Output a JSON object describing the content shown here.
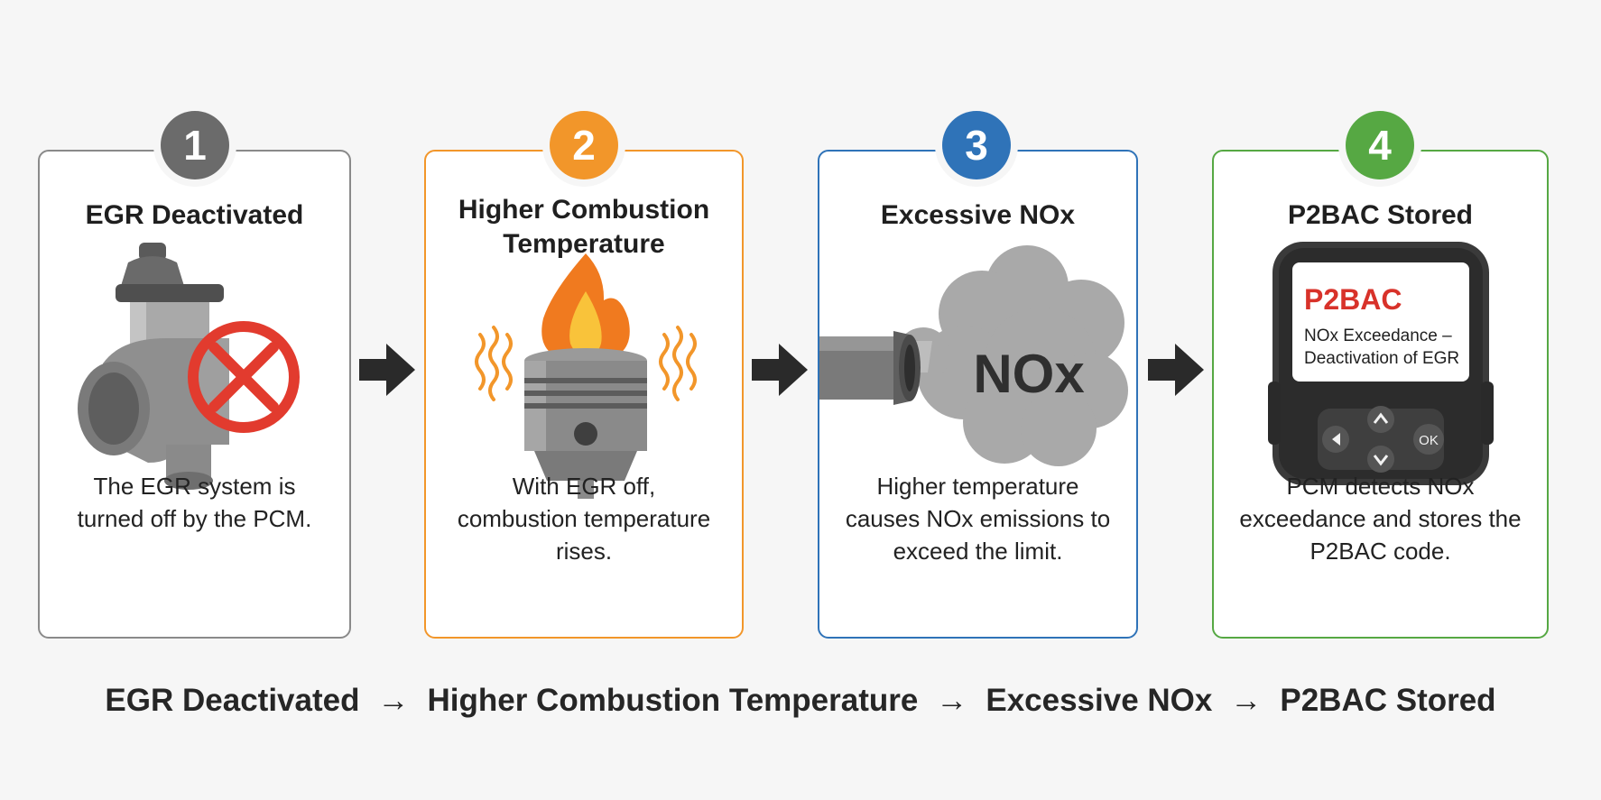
{
  "steps": [
    {
      "number": "1",
      "title": "EGR Deactivated",
      "description": "The EGR system is turned off by the PCM.",
      "color": "#6b6b6b",
      "icon": "egr-valve-disabled-icon"
    },
    {
      "number": "2",
      "title_line1": "Higher Combustion",
      "title_line2": "Temperature",
      "description": "With EGR off, combustion temperature rises.",
      "color": "#f2962a",
      "icon": "hot-piston-icon"
    },
    {
      "number": "3",
      "title": "Excessive NOx",
      "description": "Higher temperature causes NOx emissions to exceed the limit.",
      "color": "#2f73b8",
      "icon": "exhaust-nox-cloud-icon",
      "cloud_label": "NOx"
    },
    {
      "number": "4",
      "title": "P2BAC Stored",
      "description": "PCM detects NOx exceedance and stores the P2BAC code.",
      "color": "#56a843",
      "icon": "obd-scanner-icon",
      "scanner": {
        "code": "P2BAC",
        "line1": "NOx Exceedance –",
        "line2": "Deactivation of EGR",
        "ok_label": "OK"
      }
    }
  ],
  "flow": [
    "EGR Deactivated",
    "Higher Combustion Temperature",
    "Excessive NOx",
    "P2BAC Stored"
  ],
  "flow_separator": "→",
  "colors": {
    "code_red": "#d8322a",
    "disabled_red": "#e23b2e",
    "arrow": "#2a2a2a"
  }
}
